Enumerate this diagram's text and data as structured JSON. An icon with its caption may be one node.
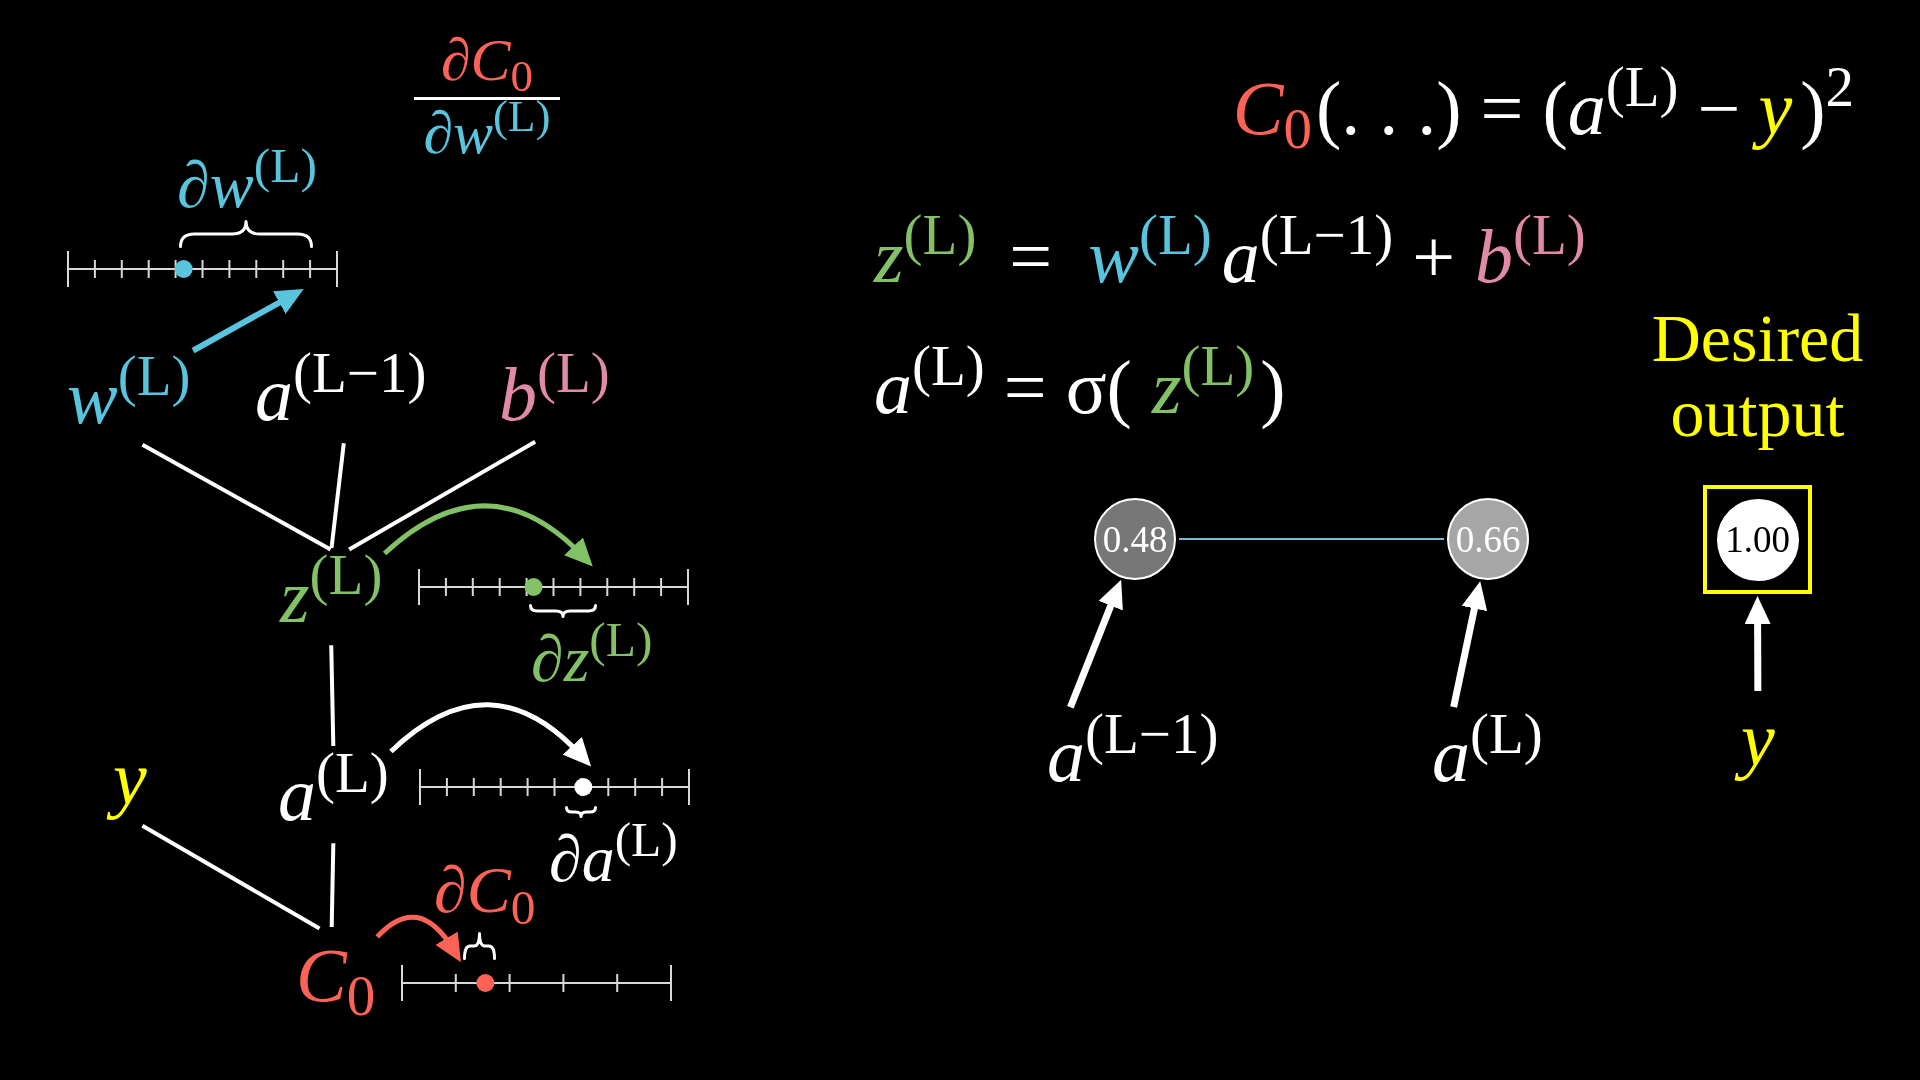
{
  "diagram": {
    "nodes": [
      {
        "text": [],
        "shape": "line",
        "beside": [
          "∂*w*$^{(L)}$"
        ]
      },
      {
        "text": [
          "*w*$^{(L)}$"
        ]
      },
      {
        "text": [
          "*a*$^{(L−1)}$"
        ]
      },
      {
        "text": [
          "*b*$^{(L)}$"
        ]
      },
      {
        "text": [
          "*z*$^{(L)}$"
        ]
      },
      {
        "text": [],
        "shape": "line",
        "beside": [
          "∂*z*$^{(L)}$"
        ]
      },
      {
        "text": [
          "*a*$^{(L)}$"
        ]
      },
      {
        "text": [],
        "shape": "line",
        "beside": [
          "∂*a*$^{(L)}$"
        ]
      },
      {
        "text": [
          "y"
        ]
      },
      {
        "text": [
          "*C*$_{0}$"
        ]
      },
      {
        "text": [],
        "shape": "line",
        "beside": [
          "∂*C*$_{0}$"
        ]
      },
      {
        "text": [
          "0.48"
        ]
      },
      {
        "text": [
          "0.66"
        ]
      },
      {
        "text": [
          "Desired output"
        ]
      },
      {
        "text": [
          "1.00"
        ],
        "in": 13
      },
      {
        "text": [
          "*a*$^{(L−1)}$"
        ]
      },
      {
        "text": [
          "*a*$^{(L)}$"
        ]
      },
      {
        "text": [
          "y"
        ]
      }
    ],
    "edges": [
      {
        "from": 1,
        "to": 4,
        "arrow": "none"
      },
      {
        "from": 2,
        "to": 4,
        "arrow": "none"
      },
      {
        "from": 3,
        "to": 4,
        "arrow": "none"
      },
      {
        "from": 4,
        "to": 6,
        "arrow": "none"
      },
      {
        "from": 6,
        "to": 9,
        "arrow": "none"
      },
      {
        "from": 8,
        "to": 9,
        "arrow": "none"
      },
      {
        "from": 1,
        "to": 0,
        "arrow": "to",
        "color": "#58c4dd"
      },
      {
        "from": 4,
        "to": 5,
        "arrow": "to",
        "color": "#83c167"
      },
      {
        "from": 6,
        "to": 7,
        "arrow": "to"
      },
      {
        "from": 9,
        "to": 10,
        "arrow": "to",
        "color": "#fc6255"
      },
      {
        "from": 11,
        "to": 12,
        "arrow": "none",
        "color": "#7cb8d4"
      },
      {
        "from": 15,
        "to": 11,
        "arrow": "to"
      },
      {
        "from": 16,
        "to": 12,
        "arrow": "to"
      },
      {
        "from": 17,
        "to": 13,
        "arrow": "to"
      }
    ],
    "labels": [
      "∂*C*$_{0}$",
      "∂*w*$^{(L)}$",
      "*C*$_{0}$",
      "(. . .) = (*a*$^{(L)}$ −",
      "y",
      ")$^{2}$",
      "*z*$^{(L)}$",
      "=",
      "*w*$^{(L)}$",
      "*a*$^{(L−1)}$ +",
      "*b*$^{(L)}$",
      "*a*$^{(L)}$ = σ(",
      "*z*$^{(L)}$",
      ")"
    ]
  }
}
